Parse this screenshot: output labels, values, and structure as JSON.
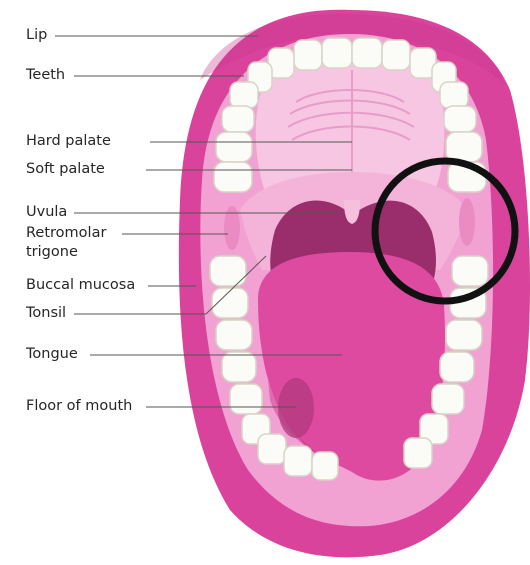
{
  "labels": {
    "lip": "Lip",
    "teeth": "Teeth",
    "hard_palate": "Hard palate",
    "soft_palate": "Soft palate",
    "uvula": "Uvula",
    "retromolar_line1": "Retromolar",
    "retromolar_line2": "trigone",
    "buccal_mucosa": "Buccal mucosa",
    "tonsil": "Tonsil",
    "tongue": "Tongue",
    "floor_of_mouth": "Floor of mouth"
  },
  "colors": {
    "lip": "#d9439c",
    "lip_dark": "#b8307f",
    "mouth_lining": "#f2a2d2",
    "palate": "#f7c6e2",
    "throat": "#9a2d6c",
    "tongue": "#df4aa1",
    "tooth": "#fbfbf7",
    "tooth_edge": "#d8d3c6",
    "leader": "#555555",
    "circle": "#111111"
  },
  "annotation": {
    "shape": "circle",
    "target": "retromolar trigone (right side)"
  }
}
